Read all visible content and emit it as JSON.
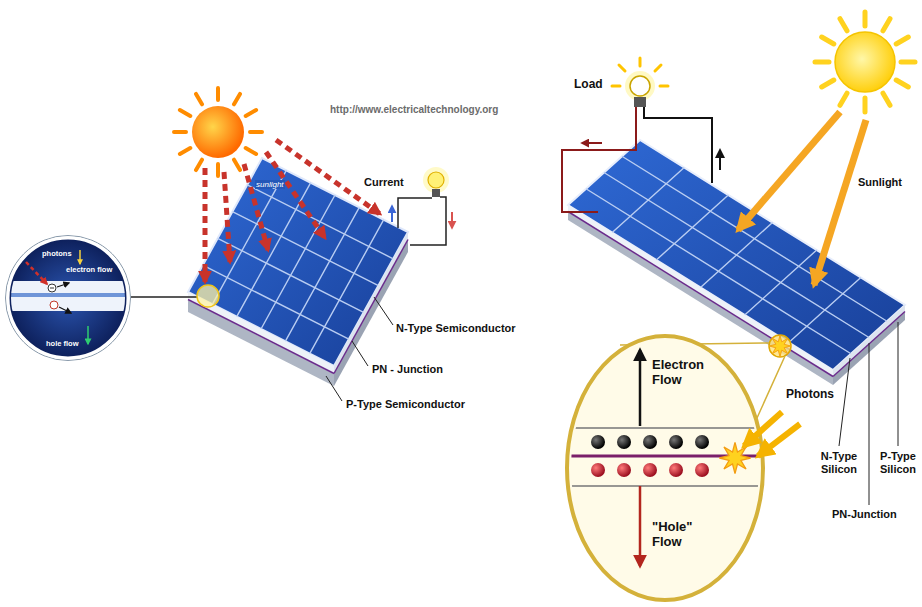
{
  "diagram": {
    "nodes": [
      {
        "text": [
          "photons",
          "electron flow",
          "hole flow"
        ]
      },
      {
        "text": [
          "Electron Flow",
          "\"Hole\" Flow"
        ]
      }
    ],
    "labels": [
      "sunlight",
      "Current",
      "N-Type Semiconductor",
      "PN - Junction",
      "P-Type Semiconductor",
      "http://www.electricaltechnology.org",
      "Load",
      "Sunlight",
      "Photons",
      "N-Type Silicon",
      "P-Type Silicon",
      "PN-Junction"
    ]
  }
}
